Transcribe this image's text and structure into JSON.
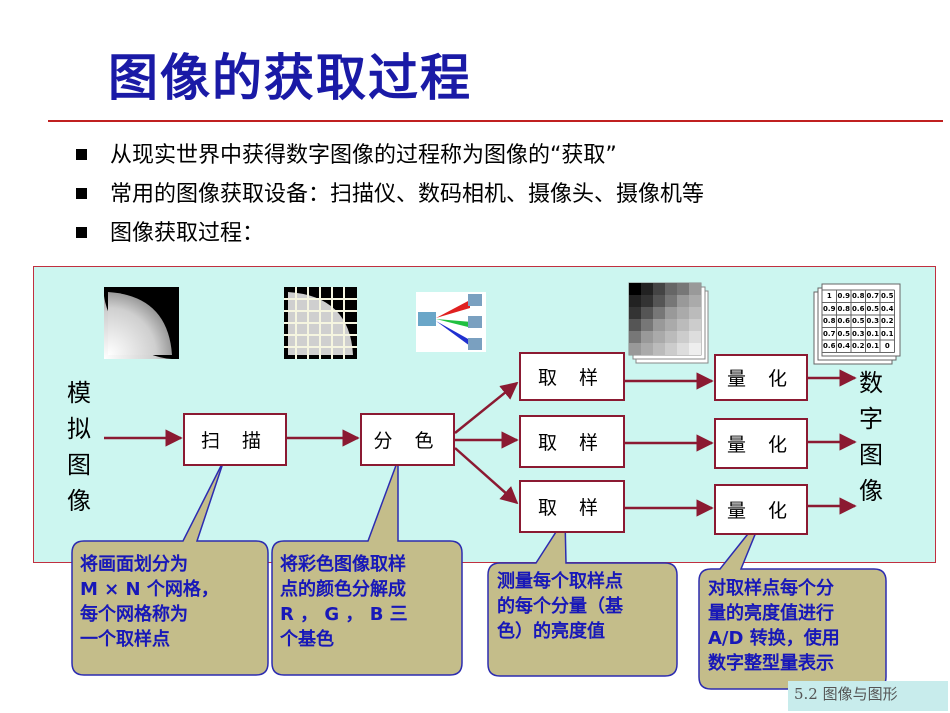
{
  "title": "图像的获取过程",
  "bullets": [
    "从现实世界中获得数字图像的过程称为图像的“获取”",
    "常用的图像获取设备：扫描仪、数码相机、摄像头、摄像机等",
    "图像获取过程："
  ],
  "diagram": {
    "input_label": [
      "模",
      "拟",
      "图",
      "像"
    ],
    "output_label": [
      "数",
      "字",
      "图",
      "像"
    ],
    "scan": "扫 描",
    "split": "分 色",
    "sample": [
      "取 样",
      "取 样",
      "取 样"
    ],
    "quantize": [
      "量 化",
      "量 化",
      "量 化"
    ],
    "matrix_rows": [
      [
        "1",
        "0.9",
        "0.8",
        "0.7",
        "0.5"
      ],
      [
        "0.9",
        "0.8",
        "0.6",
        "0.5",
        "0.4"
      ],
      [
        "0.8",
        "0.6",
        "0.5",
        "0.3",
        "0.2"
      ],
      [
        "0.7",
        "0.5",
        "0.3",
        "0.1",
        "0.1"
      ],
      [
        "0.6",
        "0.4",
        "0.2",
        "0.1",
        "0"
      ]
    ]
  },
  "callouts": [
    [
      "将画面划分为",
      "M × N 个网格，",
      "每个网格称为",
      "一个取样点"
    ],
    [
      "将彩色图像取样",
      "点的颜色分解成",
      "R ， G ， B 三",
      "个基色"
    ],
    [
      "测量每个取样点",
      "的每个分量（基",
      "色）的亮度值"
    ],
    [
      "对取样点每个分",
      "量的亮度值进行",
      "A/D 转换，使用",
      "数字整型量表示"
    ]
  ],
  "footer": "5.2 图像与图形",
  "colors": {
    "title": "#1a1aa6",
    "panel_bg": "#ccf6f0",
    "arrow": "#8b1a32",
    "callout_bg": "#c4bd8a",
    "callout_border": "#2c2cb0",
    "callout_text": "#1818b8"
  }
}
